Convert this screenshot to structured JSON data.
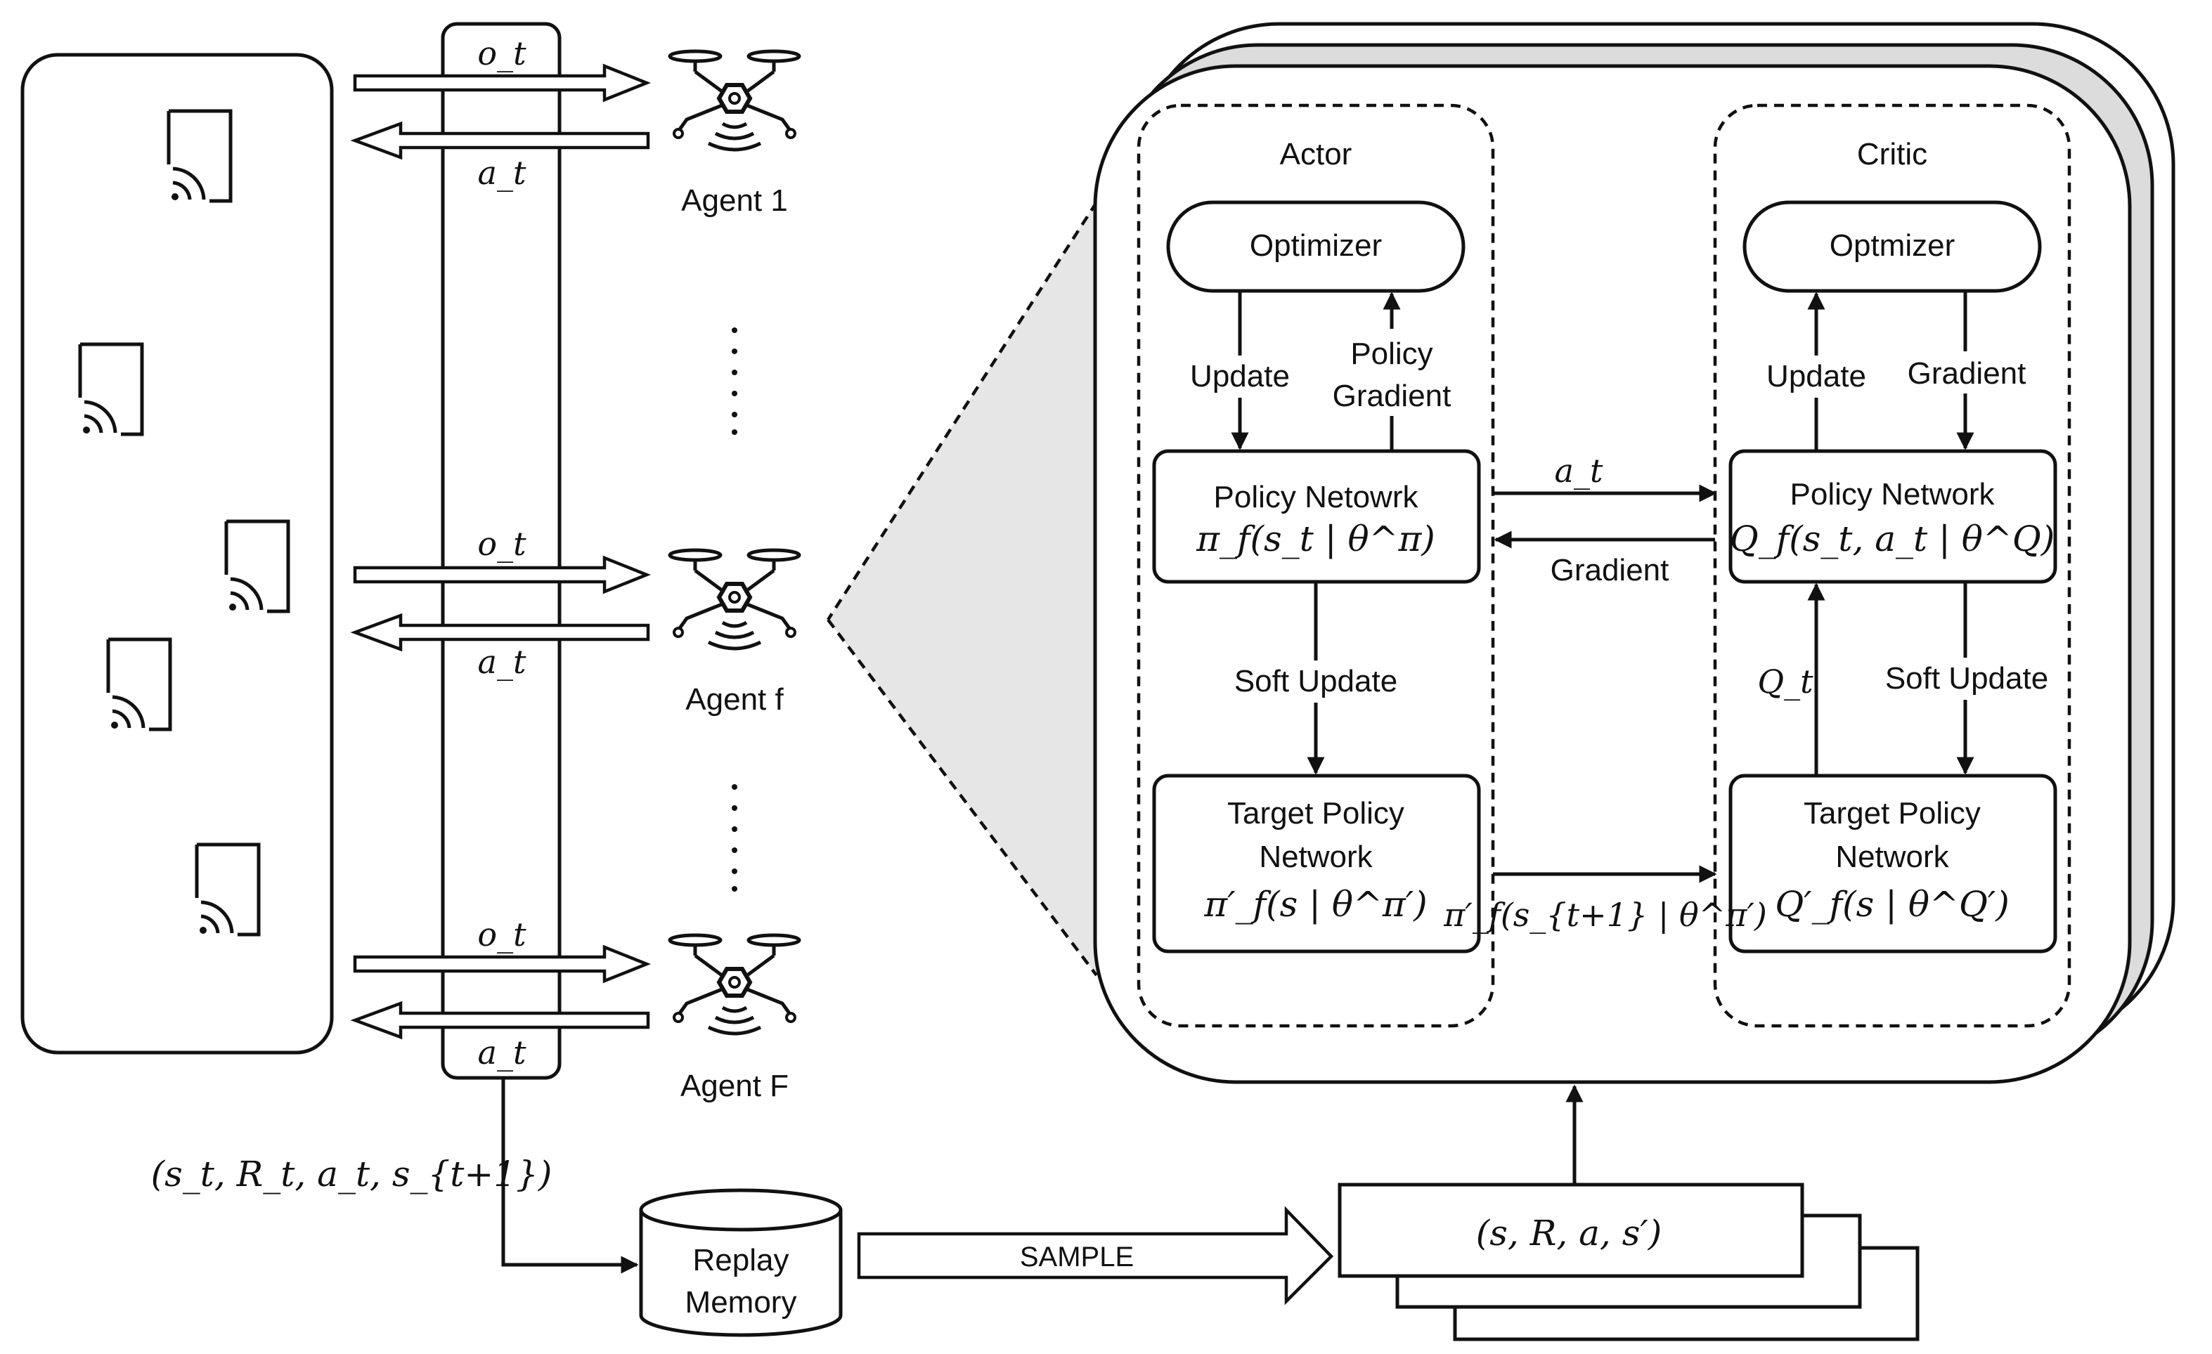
{
  "agents": [
    {
      "obs": "o_t",
      "act": "a_t",
      "label": "Agent 1"
    },
    {
      "obs": "o_t",
      "act": "a_t",
      "label": "Agent f"
    },
    {
      "obs": "o_t",
      "act": "a_t",
      "label": "Agent F"
    }
  ],
  "actor": {
    "title": "Actor",
    "optimizer": "Optimizer",
    "update": "Update",
    "policy_gradient_1": "Policy",
    "policy_gradient_2": "Gradient",
    "policy_net_name": "Policy Netowrk",
    "policy_net_math": "π_f(s_t | θ^π)",
    "soft_update": "Soft Update",
    "target_name_1": "Target Policy",
    "target_name_2": "Network",
    "target_math": "π′_f(s | θ^π′)"
  },
  "critic": {
    "title": "Critic",
    "optimizer": "Optmizer",
    "update": "Update",
    "gradient": "Gradient",
    "policy_net_name": "Policy Network",
    "policy_net_math": "Q_f(s_t, a_t | θ^Q)",
    "qt": "Q_t",
    "soft_update": "Soft Update",
    "target_name_1": "Target Policy",
    "target_name_2": "Network",
    "target_math": "Q′_f(s | θ^Q′)"
  },
  "links": {
    "at": "a_t",
    "gradient": "Gradient",
    "target_action": "π′_f(s_{t+1} | θ^π′)"
  },
  "transition": "(s_t, R_t, a_t, s_{t+1})",
  "replay_1": "Replay",
  "replay_2": "Memory",
  "sample": "SAMPLE",
  "batch": "(s, R, a, s′)"
}
